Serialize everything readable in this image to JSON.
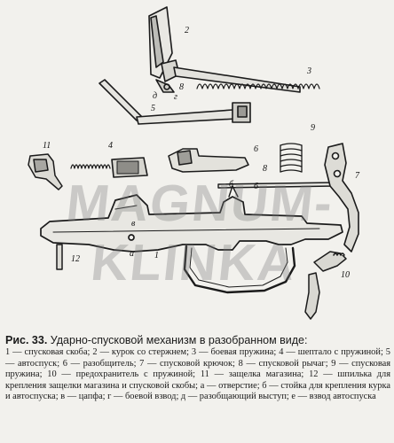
{
  "figure": {
    "labels": {
      "l2": "2",
      "l3": "3",
      "l4": "4",
      "l5": "5",
      "l6a": "6",
      "l6b": "6",
      "l7": "7",
      "l8a": "8",
      "l8b": "8",
      "l9": "9",
      "l10": "10",
      "l11": "11",
      "l12": "12",
      "la": "а",
      "lb": "б",
      "lv": "в",
      "lg": "г",
      "ld": "д",
      "l1": "1"
    },
    "watermark": "MAGNUM-KLINKA"
  },
  "caption": {
    "number": "Рис. 33.",
    "title": "Ударно-спусковой механизм в разобранном виде:",
    "body": "1 — спусковая скоба; 2 — курок со стержнем; 3 — боевая пружина; 4 — шептало с пружиной; 5 — автоспуск; 6 — разобщитель; 7 — спусковой крючок; 8 — спусковой рычаг; 9 — спусковая пружина; 10 — предохранитель с пружиной; 11 — защелка магазина; 12 — шпилька для крепления защелки магазина и спусковой скобы; а — отверстие; б — стойка для крепления курка и автоспуска; в — цапфа; г — боевой взвод; д — разобщающий выступ; е — взвод автоспуска"
  }
}
